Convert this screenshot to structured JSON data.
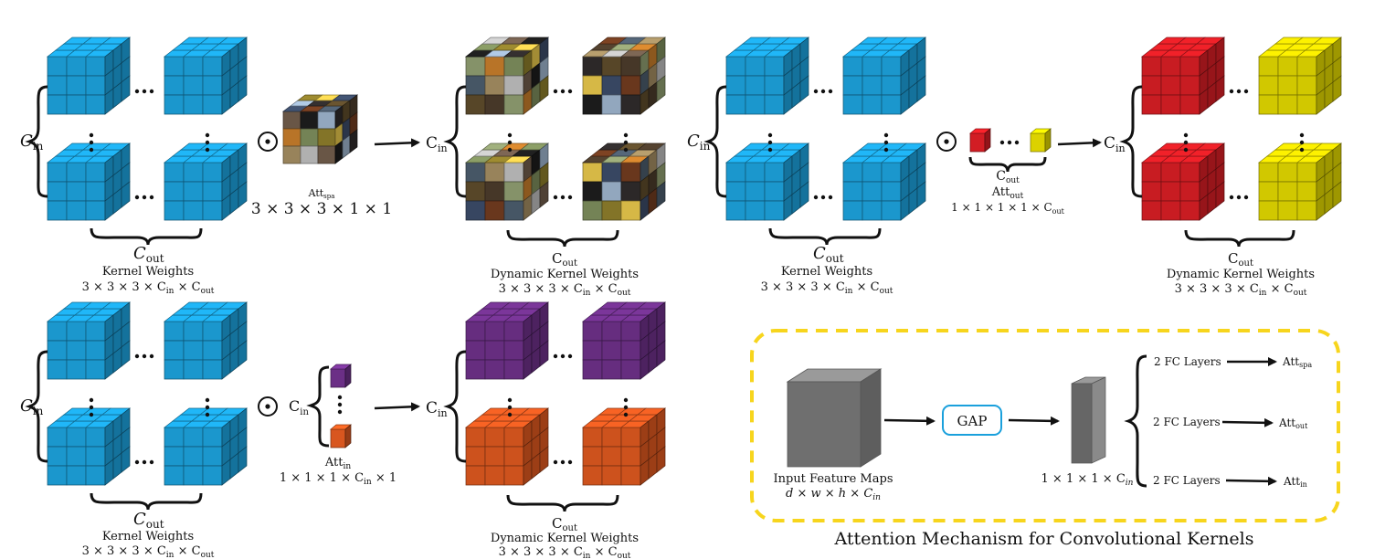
{
  "top_left": {
    "c_in": "C",
    "c_in_sub": "in",
    "c_out": "C",
    "c_out_sub": "out",
    "title": "Kernel Weights",
    "dims": "3 × 3 × 3 × C",
    "dims_sub1": "in",
    "dims_mid": " × C",
    "dims_sub2": "out"
  },
  "att_spa": {
    "label": "Att",
    "label_sub": "spa",
    "dims": "3 × 3 × 3 × 1 × 1"
  },
  "top_dynamic": {
    "c_in": "C",
    "c_in_sub": "in",
    "c_out": "C",
    "c_out_sub": "out",
    "title": "Dynamic Kernel Weights",
    "dims": "3 × 3 × 3 × C",
    "dims_sub1": "in",
    "dims_mid": " × C",
    "dims_sub2": "out"
  },
  "top_mid": {
    "c_in": "C",
    "c_in_sub": "in",
    "c_out": "C",
    "c_out_sub": "out",
    "title": "Kernel Weights",
    "dims": "3 × 3 × 3 × C",
    "dims_sub1": "in",
    "dims_mid": " × C",
    "dims_sub2": "out"
  },
  "att_out": {
    "c_out": "C",
    "c_out_sub": "out",
    "label": "Att",
    "label_sub": "out",
    "dims": "1 × 1 × 1 × 1 × C",
    "dims_sub": "out"
  },
  "top_right": {
    "c_in": "C",
    "c_in_sub": "in",
    "c_out": "C",
    "c_out_sub": "out",
    "title": "Dynamic Kernel Weights",
    "dims": "3 × 3 × 3 × C",
    "dims_sub1": "in",
    "dims_mid": " × C",
    "dims_sub2": "out"
  },
  "bottom_left": {
    "c_in": "C",
    "c_in_sub": "in",
    "c_out": "C",
    "c_out_sub": "out",
    "title": "Kernel Weights",
    "dims": "3 × 3 × 3 × C",
    "dims_sub1": "in",
    "dims_mid": " × C",
    "dims_sub2": "out"
  },
  "att_in": {
    "c_in": "C",
    "c_in_sub": "in",
    "label": "Att",
    "label_sub": "in",
    "dims": "1 × 1 × 1 × C",
    "dims_sub": "in",
    "dims_end": " × 1"
  },
  "bottom_dynamic": {
    "c_in": "C",
    "c_in_sub": "in",
    "c_out": "C",
    "c_out_sub": "out",
    "title": "Dynamic Kernel Weights",
    "dims": "3 × 3 × 3 × C",
    "dims_sub1": "in",
    "dims_mid": " × C",
    "dims_sub2": "out"
  },
  "attention_box": {
    "input_title": "Input Feature Maps",
    "input_dims": "d × w × h × C",
    "input_dims_sub": "in",
    "gap": "GAP",
    "vector_dims": "1 × 1 × 1 × C",
    "vector_dims_sub": "in",
    "fc_label": "2 FC Layers",
    "out_att": "Att",
    "out_subs": [
      "spa",
      "out",
      "in"
    ],
    "caption": "Attention Mechanism for Convolutional Kernels"
  },
  "colors": {
    "blue": "#1c9fd8",
    "red": "#d21d24",
    "yellow": "#dcd200",
    "purple": "#6b2f86",
    "orange": "#d8561f",
    "gray": "#6f6f6f",
    "dashed_border": "#f7d51d",
    "gap_border": "#1aa0dc"
  },
  "icons": [
    "odot-icon",
    "arrow-icon",
    "brace-icon",
    "ellipsis-icon"
  ]
}
